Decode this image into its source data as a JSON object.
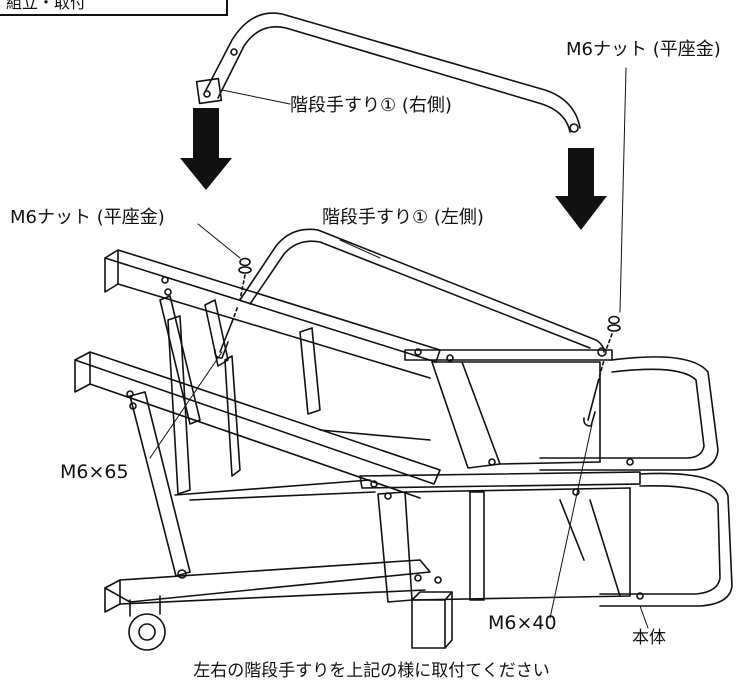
{
  "section_header": "組立・取付",
  "labels": {
    "rail_right": "階段手すり① (右側)",
    "rail_left": "階段手すり① (左側)",
    "nut_right": "M6ナット (平座金)",
    "nut_left": "M6ナット (平座金)",
    "bolt_65": "M6×65",
    "bolt_40": "M6×40",
    "body": "本体"
  },
  "caption": "左右の階段手すりを上記の様に取付てください",
  "colors": {
    "line": "#111111",
    "arrow": "#111111",
    "fill": "#ffffff"
  }
}
